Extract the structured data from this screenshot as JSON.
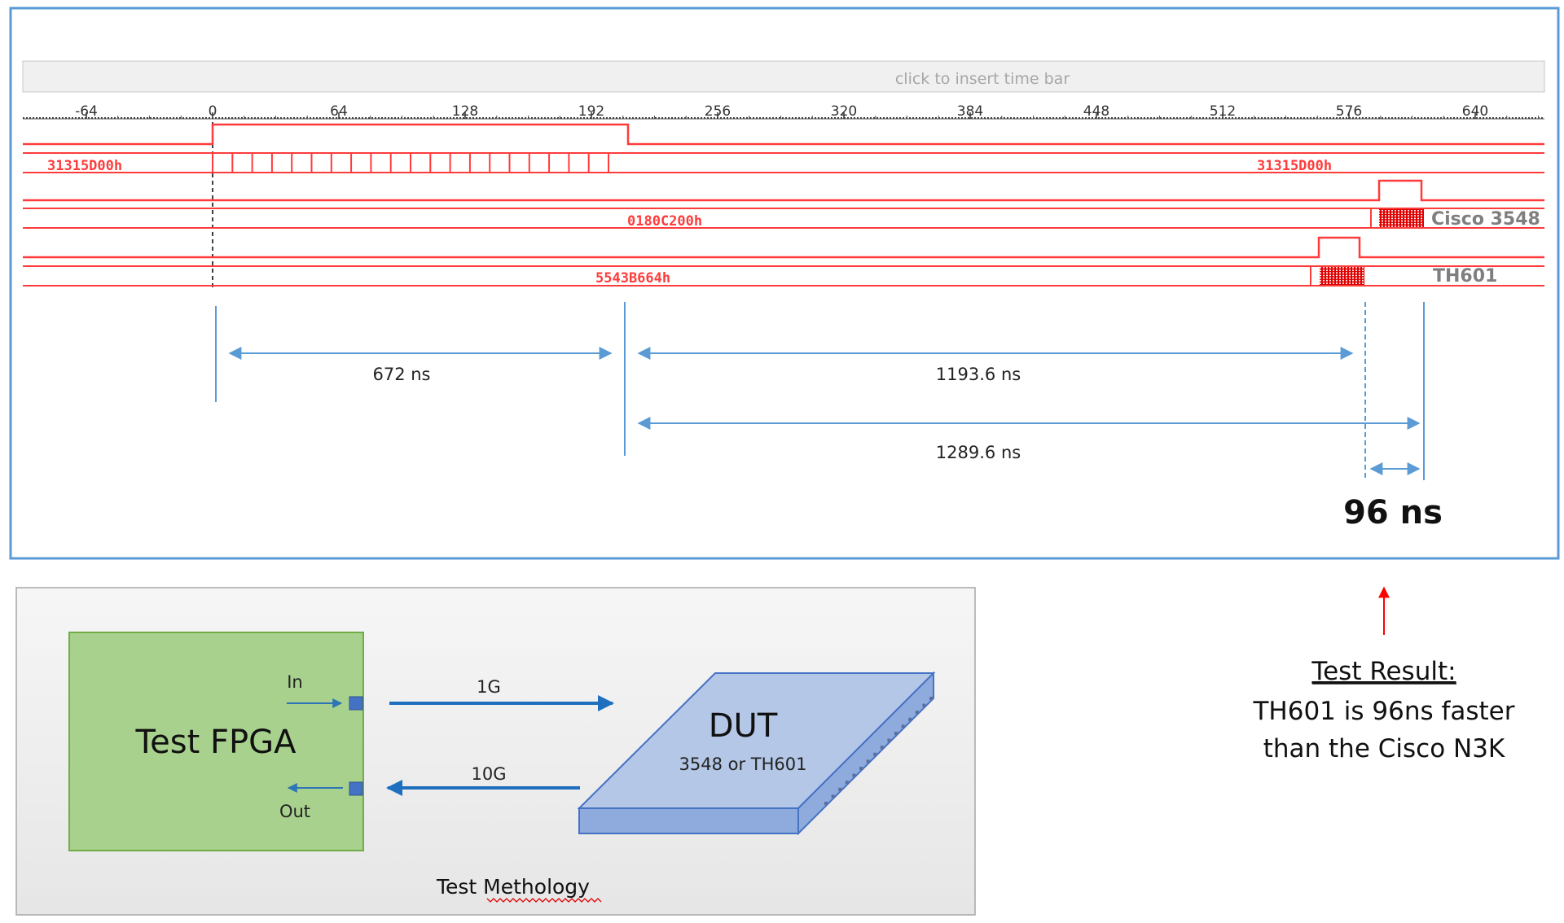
{
  "waveform": {
    "time_bar_hint": "click to insert time bar",
    "ruler_ticks": [
      "-64",
      "0",
      "64",
      "128",
      "192",
      "256",
      "320",
      "384",
      "448",
      "512",
      "576",
      "640"
    ],
    "bus_values": {
      "bus1_left": "31315D00h",
      "bus1_right": "31315D00h",
      "bus2": "0180C200h",
      "bus3": "5543B664h"
    },
    "signal_labels": {
      "cisco": "Cisco 3548",
      "th601": "TH601"
    },
    "measurements": {
      "m1": "672 ns",
      "m2": "1193.6 ns",
      "m3": "1289.6 ns",
      "m4": "96 ns"
    },
    "colors": {
      "signal": "#ff3b3b",
      "measure": "#5b9bd5",
      "frame": "#5b9bd5"
    }
  },
  "methodology": {
    "fpga_label": "Test FPGA",
    "in_label": "In",
    "out_label": "Out",
    "link_1g": "1G",
    "link_10g": "10G",
    "dut_title": "DUT",
    "dut_subtitle": "3548 or TH601",
    "caption": "Test Methology"
  },
  "result": {
    "heading": "Test Result:",
    "line1": "TH601 is 96ns faster",
    "line2": "than the Cisco N3K"
  }
}
